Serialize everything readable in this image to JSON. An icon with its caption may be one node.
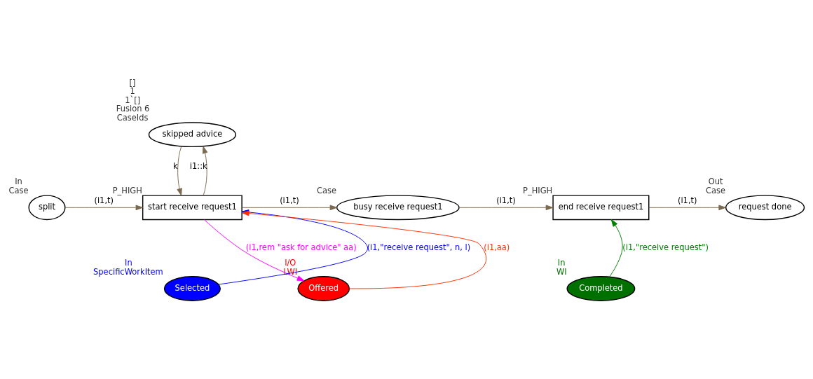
{
  "diagram": {
    "nodes": [
      {
        "text": [
          "skipped advice"
        ],
        "beside": [
          "[]",
          "1",
          "1`[]",
          "Fusion 6",
          "CaseIds"
        ]
      },
      {
        "text": [
          "split"
        ],
        "beside": [
          "In",
          "Case"
        ]
      },
      {
        "text": [
          "start receive request1"
        ],
        "beside": [
          "P_HIGH"
        ]
      },
      {
        "text": [
          "busy receive request1"
        ],
        "beside": [
          "Case"
        ]
      },
      {
        "text": [
          "end receive request1"
        ],
        "beside": [
          "P_HIGH"
        ]
      },
      {
        "text": [
          "request done"
        ],
        "beside": [
          "Out",
          "Case"
        ]
      },
      {
        "text": [
          "Selected"
        ],
        "beside": [
          "In",
          "SpecificWorkItem"
        ]
      },
      {
        "text": [
          "Offered"
        ],
        "beside": [
          "I/O",
          "LWI"
        ]
      },
      {
        "text": [
          "Completed"
        ],
        "beside": [
          "In",
          "WI"
        ]
      }
    ],
    "edges": [
      {
        "from": 1,
        "to": 2,
        "arrow": "to",
        "label": "(i1,t)"
      },
      {
        "from": 2,
        "to": 0,
        "arrow": "to",
        "label": "i1::k"
      },
      {
        "from": 0,
        "to": 2,
        "arrow": "to",
        "label": "k"
      },
      {
        "from": 2,
        "to": 3,
        "arrow": "to",
        "label": "(i1,t)"
      },
      {
        "from": 3,
        "to": 4,
        "arrow": "to",
        "label": "(i1,t)"
      },
      {
        "from": 4,
        "to": 5,
        "arrow": "to",
        "label": "(i1,t)"
      },
      {
        "from": 6,
        "to": 2,
        "arrow": "to",
        "label": "(i1,\"receive request\", n, l)",
        "color": "#0000ff"
      },
      {
        "from": 2,
        "to": 7,
        "arrow": "to",
        "label": "(i1,rem \"ask for advice\" aa)",
        "color": "#ff00ff"
      },
      {
        "from": 7,
        "to": 2,
        "arrow": "to",
        "label": "(i1,aa)",
        "color": "#ff3000"
      },
      {
        "from": 8,
        "to": 4,
        "arrow": "to",
        "label": "(i1,\"receive request\")",
        "color": "#008000"
      }
    ]
  }
}
